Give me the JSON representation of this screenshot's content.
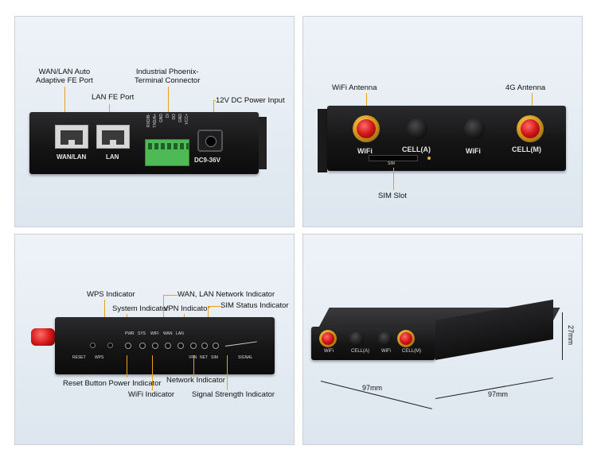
{
  "panel1": {
    "callout_wan_lan": "WAN/LAN Auto\nAdaptive FE Port",
    "callout_lan": "LAN FE Port",
    "callout_terminal": "Industrial Phoenix-\nTerminal Connector",
    "callout_power": "12V DC Power Input",
    "print_wan_lan": "WAN/LAN",
    "print_lan": "LAN",
    "print_dc": "DC9-36V",
    "terminal_pins": [
      "RXD/B-",
      "TXD/A+",
      "GND",
      "DI",
      "DO",
      "GND",
      "VCC+"
    ]
  },
  "panel2": {
    "callout_wifi_antenna": "WiFi Antenna",
    "callout_4g_antenna": "4G Antenna",
    "callout_sim": "SIM Slot",
    "print_wifi_1": "WiFi",
    "print_cell_a": "CELL(A)",
    "print_wifi_2": "WiFi",
    "print_cell_m": "CELL(M)",
    "print_sim": "SIM"
  },
  "panel3": {
    "callout_wps": "WPS Indicator",
    "callout_system": "System Indicator",
    "callout_wan_lan": "WAN, LAN Network Indicator",
    "callout_vpn": "VPN Indicator",
    "callout_sim_status": "SIM Status Indicator",
    "callout_reset_power": "Reset Button Power Indicator",
    "callout_wifi": "WiFi Indicator",
    "callout_network": "Network Indicator",
    "callout_signal": "Signal Strength Indicator",
    "print_reset": "RESET",
    "print_wps": "WPS",
    "led_labels_top": [
      "PWR",
      "SYS",
      "WIFI",
      "WAN",
      "LAN"
    ],
    "led_labels_bottom": [
      "VPN",
      "NET",
      "SIM"
    ],
    "print_signal": "SIGNAL"
  },
  "panel4": {
    "print_wifi_1": "WiFi",
    "print_cell_a": "CELL(A)",
    "print_wifi_2": "WiFi",
    "print_cell_m": "CELL(M)",
    "dim_width_left": "97mm",
    "dim_width_right": "97mm",
    "dim_height": "27mm"
  },
  "colors": {
    "panel_top": "#eef3f8",
    "panel_bottom": "#dde6ee",
    "callout_line": "#e8a21a",
    "device_body": "#151516",
    "terminal_green": "#4dba55",
    "antenna_red": "#d21616",
    "antenna_gold": "#d59a1d"
  }
}
